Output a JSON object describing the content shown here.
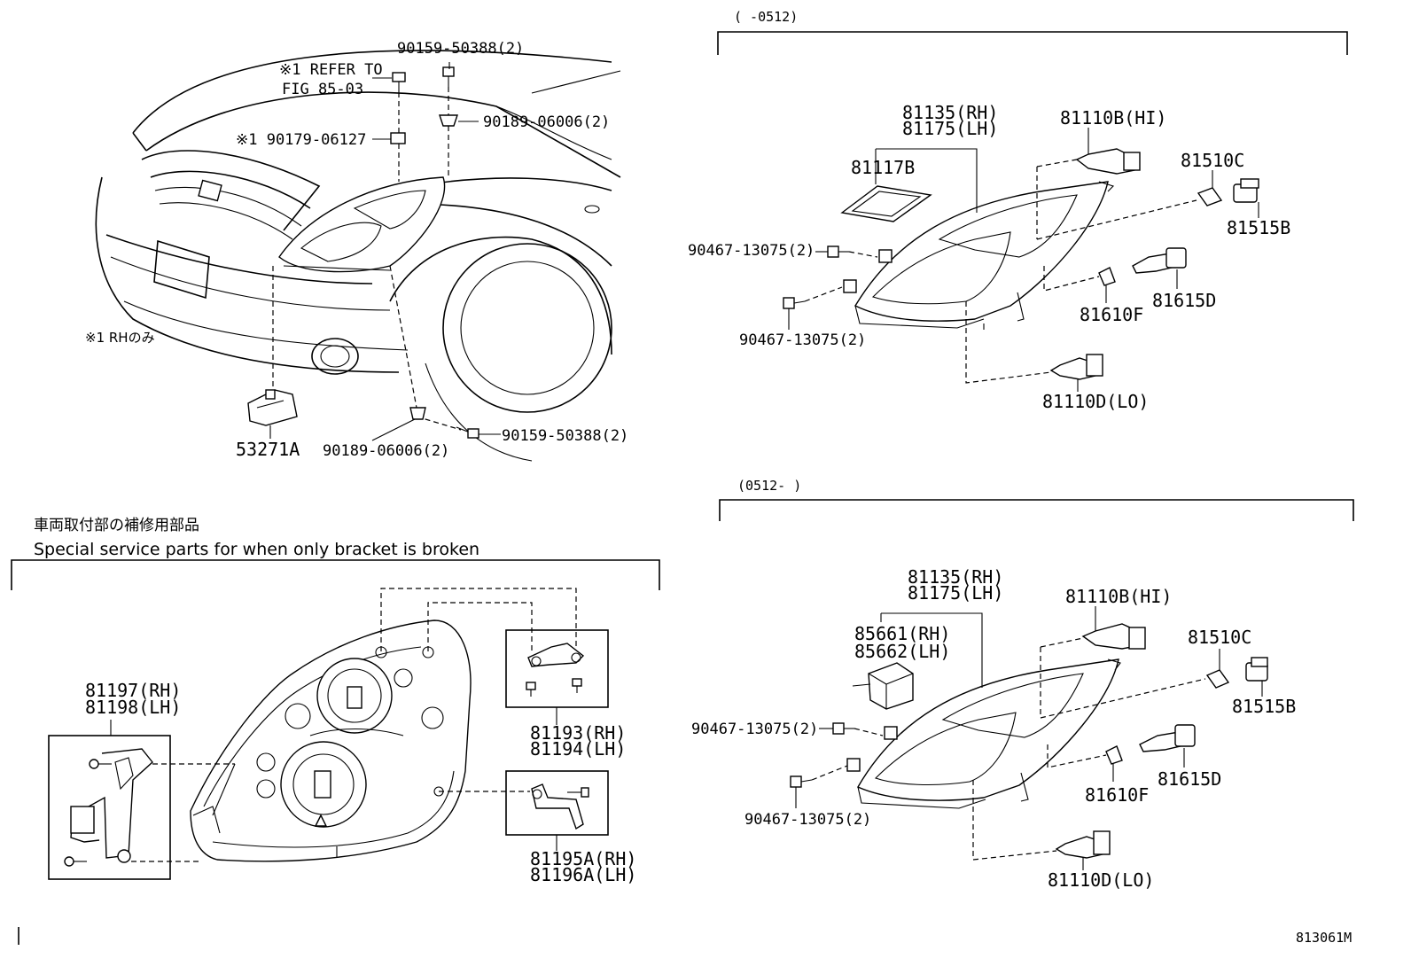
{
  "top_left": {
    "note_refer_1": "※1 REFER TO",
    "note_refer_2": "FIG 85-03",
    "note_rh_only": "※1 RHのみ",
    "labels": {
      "p90159_top": "90159-50388(2)",
      "p90189_top": "90189-06006(2)",
      "p90179": "※1 90179-06127",
      "p53271a": "53271A",
      "p90189_bot": "90189-06006(2)",
      "p90159_bot": "90159-50388(2)"
    }
  },
  "top_right": {
    "range": "(     -0512)",
    "labels": {
      "p81135": "81135(RH)",
      "p81175": "81175(LH)",
      "p81117b": "81117B",
      "p81110b": "81110B(HI)",
      "p81510c": "81510C",
      "p81515b": "81515B",
      "p90467_a": "90467-13075(2)",
      "p90467_b": "90467-13075(2)",
      "p81615d": "81615D",
      "p81610f": "81610F",
      "p81110d": "81110D(LO)"
    }
  },
  "bottom_right": {
    "range": "(0512-     )",
    "labels": {
      "p81135": "81135(RH)",
      "p81175": "81175(LH)",
      "p85661": "85661(RH)",
      "p85662": "85662(LH)",
      "p81110b": "81110B(HI)",
      "p81510c": "81510C",
      "p81515b": "81515B",
      "p90467_a": "90467-13075(2)",
      "p90467_b": "90467-13075(2)",
      "p81615d": "81615D",
      "p81610f": "81610F",
      "p81110d": "81110D(LO)"
    }
  },
  "bottom_left": {
    "title_jp": "車両取付部の補修用部品",
    "title_en": "Special service parts for when only bracket is broken",
    "labels": {
      "p81197": "81197(RH)",
      "p81198": "81198(LH)",
      "p81193": "81193(RH)",
      "p81194": "81194(LH)",
      "p81195a": "81195A(RH)",
      "p81196a": "81196A(LH)"
    }
  },
  "figure_id": "813061M"
}
